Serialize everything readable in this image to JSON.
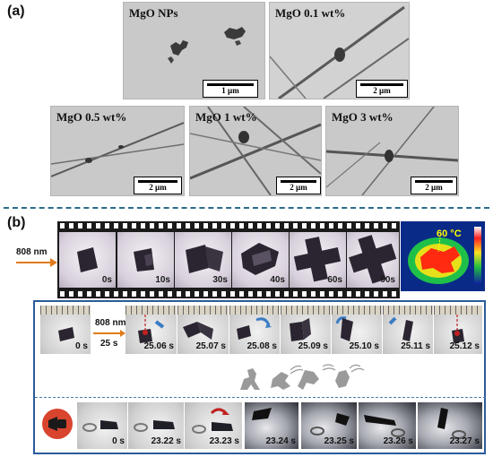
{
  "panel_a": {
    "label": "(a)",
    "images": [
      {
        "label": "MgO NPs",
        "scale": "1 µm"
      },
      {
        "label": "MgO 0.1 wt%",
        "scale": "2 µm"
      },
      {
        "label": "MgO 0.5 wt%",
        "scale": "2 µm"
      },
      {
        "label": "MgO 1 wt%",
        "scale": "2 µm"
      },
      {
        "label": "MgO 3 wt%",
        "scale": "2 µm"
      }
    ]
  },
  "panel_b": {
    "label": "(b)",
    "laser_top": "808 nm",
    "film_times": [
      "0s",
      "10s",
      "30s",
      "40s",
      "60s",
      "90s"
    ],
    "thermal_label": "60 °C",
    "row1": {
      "start_time": "0 s",
      "laser": "808 nm",
      "laser_duration": "25 s",
      "times": [
        "25.06 s",
        "25.07 s",
        "25.08 s",
        "25.09 s",
        "25.10 s",
        "25.11 s",
        "25.12 s"
      ]
    },
    "row3": {
      "times": [
        "0 s",
        "23.22 s",
        "23.23 s",
        "23.24 s",
        "23.25 s",
        "23.26 s",
        "23.27 s"
      ]
    }
  },
  "colors": {
    "divider": "#2b6c8c",
    "box_border": "#2a5b9a",
    "arrow_blue": "#3a7cc4",
    "arrow_red": "#c0201e",
    "silhouette": "#9a9a9a"
  }
}
